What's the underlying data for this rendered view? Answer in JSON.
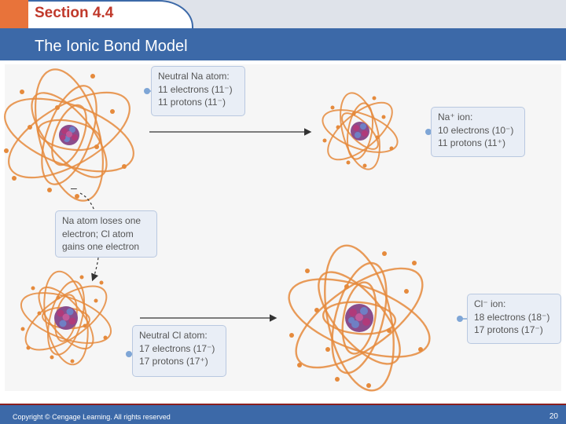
{
  "header": {
    "section": "Section 4.4",
    "title": "The Ionic Bond Model"
  },
  "footer": {
    "copyright": "Copyright © Cengage Learning. All rights reserved",
    "page_number": "20"
  },
  "diagram": {
    "neutral_na": {
      "line1": "Neutral Na atom:",
      "line2": "11 electrons (11⁻)",
      "line3": "11 protons (11⁻)"
    },
    "na_ion": {
      "line1": "Na⁺ ion:",
      "line2": "10 electrons (10⁻)",
      "line3": "11 protons (11⁺)"
    },
    "transfer": {
      "line1": "Na atom loses one",
      "line2": "electron; Cl atom",
      "line3": "gains one electron"
    },
    "neutral_cl": {
      "line1": "Neutral Cl atom:",
      "line2": "17 electrons (17⁻)",
      "line3": "17 protons (17⁺)"
    },
    "cl_ion": {
      "line1": "Cl⁻ ion:",
      "line2": "18 electrons (18⁻)",
      "line3": "17 protons (17⁻)"
    },
    "electron_symbol": "–",
    "colors": {
      "orbit": "#e58a3c",
      "nucleus_proton": "#b03a7a",
      "nucleus_neutron": "#6f7fc4",
      "label_bg": "#e9eef6",
      "header_blue": "#3c69a8",
      "accent_orange": "#e8733a"
    }
  }
}
